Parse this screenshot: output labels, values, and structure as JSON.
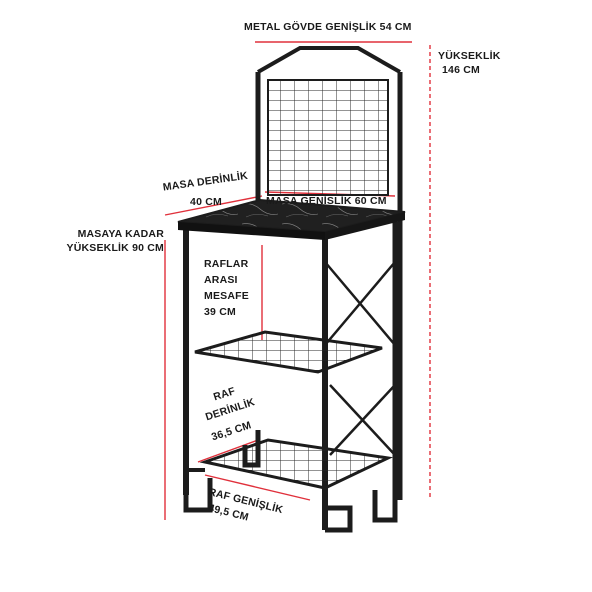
{
  "labels": {
    "metal_body_width": "METAL GÖVDE GENİŞLİK 54 CM",
    "height_title": "YÜKSEKLİK",
    "height_value": "146 CM",
    "table_depth_title": "MASA DERİNLİK",
    "table_depth_value": "40 CM",
    "table_width": "MASA GENİSLİK 60 CM",
    "height_to_table_line1": "MASAYA KADAR",
    "height_to_table_line2": "YÜKSEKLİK 90 CM",
    "shelf_gap_line1": "RAFLAR",
    "shelf_gap_line2": "ARASI",
    "shelf_gap_line3": "MESAFE",
    "shelf_gap_line4": "39 CM",
    "shelf_depth_line1": "RAF",
    "shelf_depth_line2": "DERİNLİK",
    "shelf_depth_line3": "36,5 CM",
    "shelf_width_line1": "RAF GENİŞLİK",
    "shelf_width_line2": "49,5 CM"
  },
  "colors": {
    "frame": "#1c1c1c",
    "measure_line": "#e0303b",
    "wire": "#2a2a2a",
    "marble": "#222222",
    "text": "#1a1a1a"
  }
}
